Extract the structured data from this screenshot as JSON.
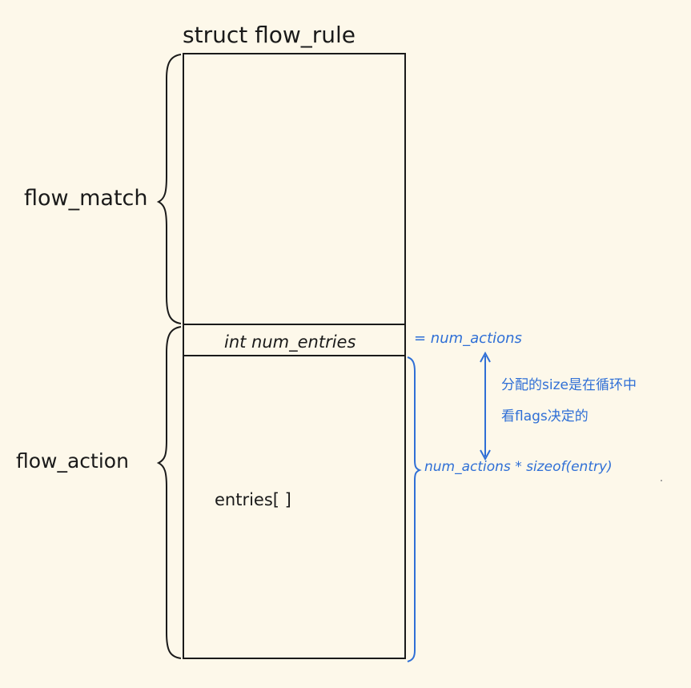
{
  "diagram": {
    "title": "struct flow_rule",
    "brace_labels": {
      "flow_match": "flow_match",
      "flow_action": "flow_action"
    },
    "fields": {
      "num_entries": "int  num_entries",
      "entries": "entries[ ]"
    },
    "annotations": {
      "num_entries_equals": "= num_actions",
      "note_line_1": "分配的size是在循环中",
      "note_line_2": "看flags决定的",
      "entries_size": "num_actions * sizeof(entry)"
    },
    "colors": {
      "background": "#fdf8ea",
      "ink": "#1a1a1a",
      "annotation": "#2f6fd6"
    }
  }
}
